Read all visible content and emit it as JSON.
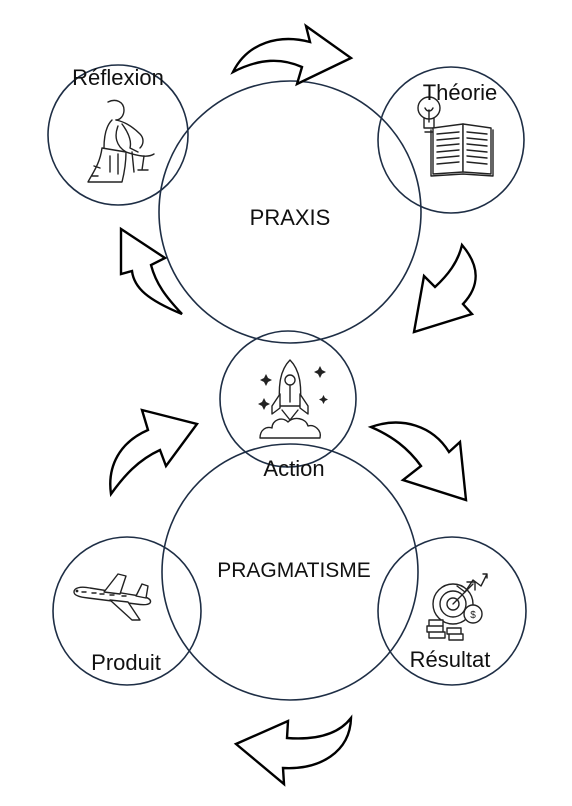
{
  "diagram": {
    "hubs": {
      "praxis": "PRAXIS",
      "pragmatisme": "PRAGMATISME"
    },
    "nodes": {
      "reflexion": {
        "label": "Réflexion",
        "icon": "thinker-statue-icon"
      },
      "theorie": {
        "label": "Théorie",
        "icon": "lightbulb-book-icon"
      },
      "action": {
        "label": "Action",
        "icon": "rocket-launch-icon"
      },
      "resultat": {
        "label": "Résultat",
        "icon": "target-growth-icon"
      },
      "produit": {
        "label": "Produit",
        "icon": "airplane-icon"
      }
    },
    "colors": {
      "ring": "#1e2e45",
      "arrow_outline": "#000000",
      "text": "#111111"
    }
  }
}
